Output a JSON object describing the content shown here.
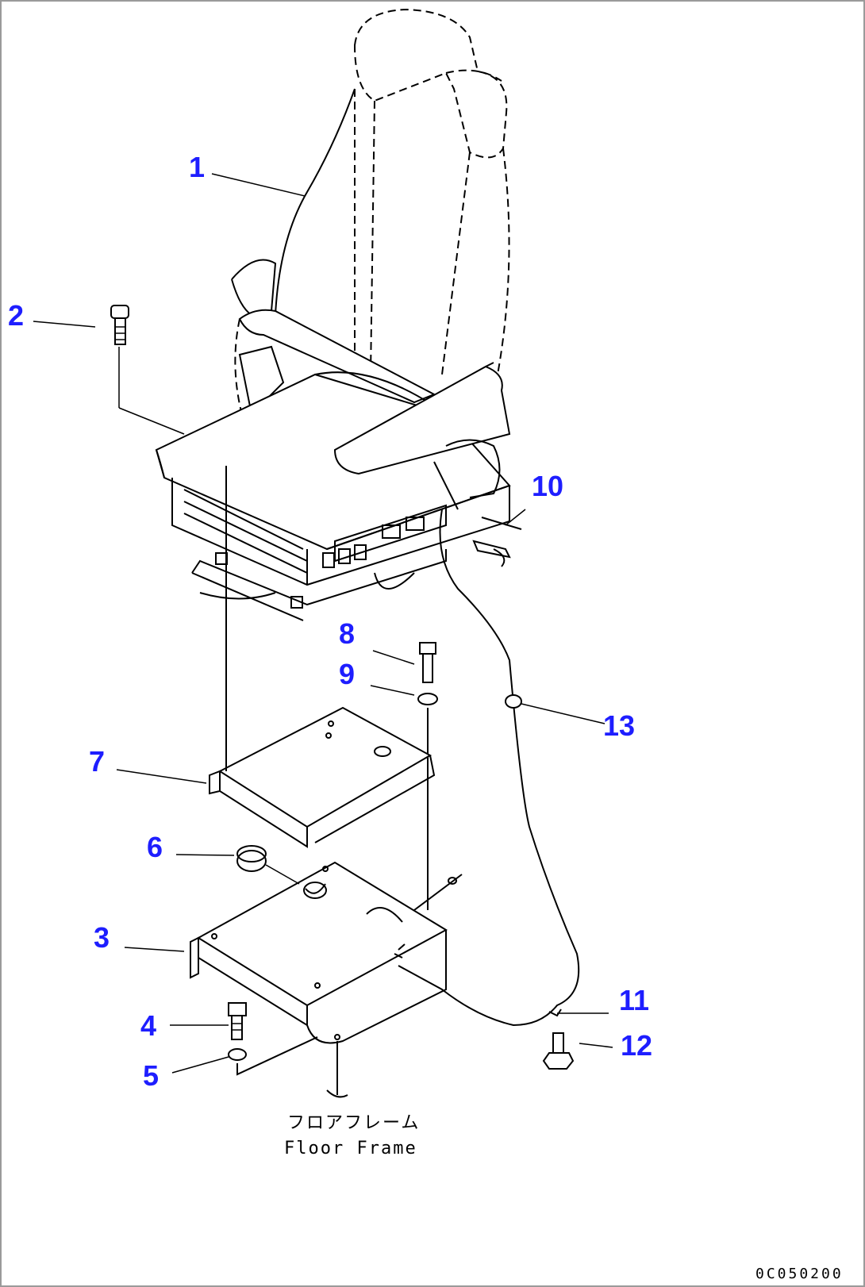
{
  "parts": [
    {
      "id": "1",
      "label": "1"
    },
    {
      "id": "2",
      "label": "2"
    },
    {
      "id": "3",
      "label": "3"
    },
    {
      "id": "4",
      "label": "4"
    },
    {
      "id": "5",
      "label": "5"
    },
    {
      "id": "6",
      "label": "6"
    },
    {
      "id": "7",
      "label": "7"
    },
    {
      "id": "8",
      "label": "8"
    },
    {
      "id": "9",
      "label": "9"
    },
    {
      "id": "10",
      "label": "10"
    },
    {
      "id": "11",
      "label": "11"
    },
    {
      "id": "12",
      "label": "12"
    },
    {
      "id": "13",
      "label": "13"
    }
  ],
  "caption": {
    "japanese": "フロアフレーム",
    "english": "Floor Frame"
  },
  "drawing_code": "0C050200",
  "colors": {
    "label": "#1e1eff",
    "line": "#000000",
    "border": "#9a9a9a"
  }
}
